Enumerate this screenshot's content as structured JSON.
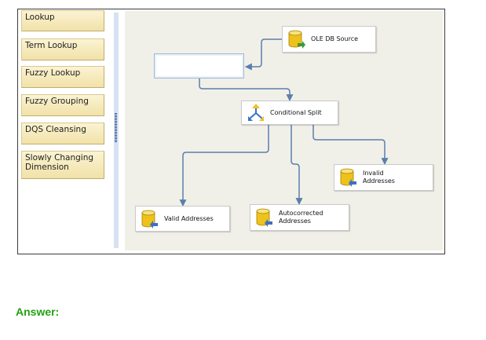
{
  "toolbox": {
    "items": [
      {
        "label": "Lookup"
      },
      {
        "label": "Term Lookup"
      },
      {
        "label": "Fuzzy Lookup"
      },
      {
        "label": "Fuzzy Grouping"
      },
      {
        "label": "DQS Cleansing"
      },
      {
        "label": "Slowly Changing\nDimension"
      }
    ]
  },
  "flow": {
    "source": {
      "label": "OLE DB Source",
      "icon": "database-source-icon"
    },
    "empty_slot": {
      "label": ""
    },
    "split": {
      "label": "Conditional Split",
      "icon": "conditional-split-icon"
    },
    "invalid": {
      "label": "Invalid\nAddresses",
      "icon": "database-destination-icon"
    },
    "valid": {
      "label": "Valid Addresses",
      "icon": "database-destination-icon"
    },
    "autocorrected": {
      "label": "Autocorrected\nAddresses",
      "icon": "database-destination-icon"
    }
  },
  "answer": {
    "label": "Answer:"
  },
  "colors": {
    "connector": "#5a7fae",
    "answer": "#22a012",
    "canvas": "#f1f0e8",
    "toolbox_item": "#f6ebc0"
  }
}
